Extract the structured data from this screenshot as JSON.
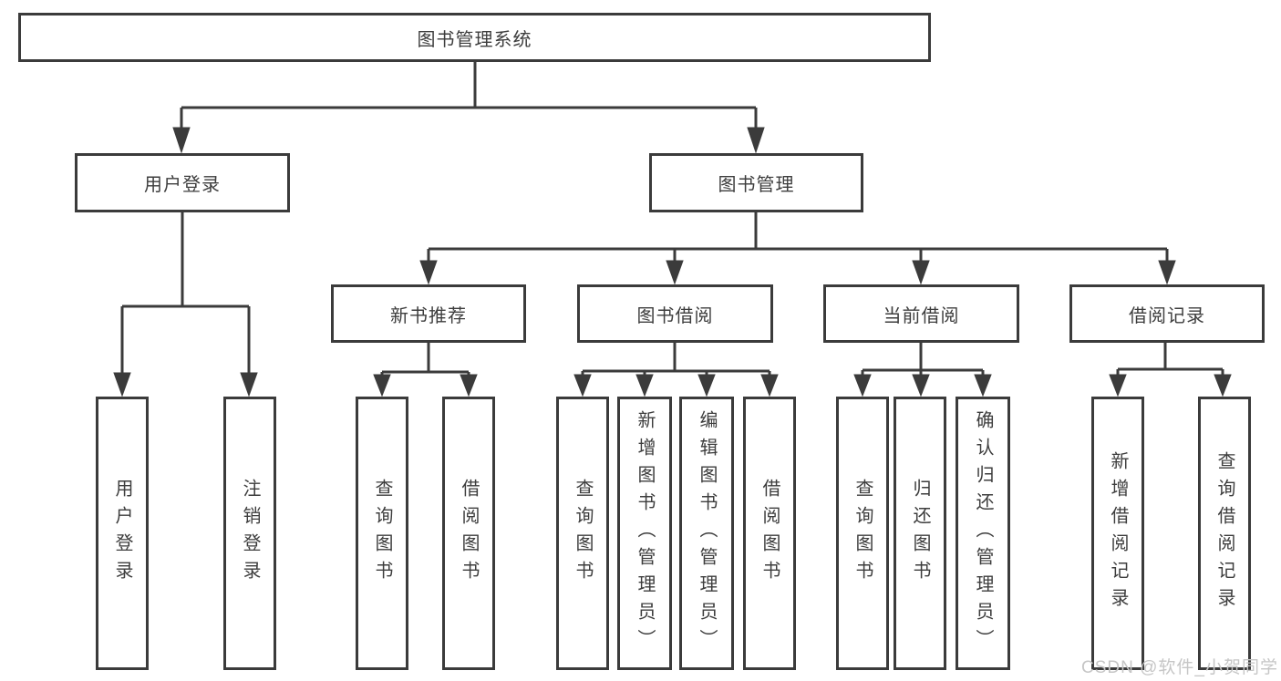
{
  "colors": {
    "line": "#3b3b3b",
    "text": "#3d3d3d",
    "background": "#ffffff",
    "watermark": "#c6c6c6"
  },
  "watermark": {
    "text": "CSDN @软件_小贺同学"
  },
  "diagram": {
    "root": {
      "label": "图书管理系统"
    },
    "branches": [
      {
        "label": "用户登录",
        "children": [
          {
            "label": "用户登录"
          },
          {
            "label": "注销登录"
          }
        ]
      },
      {
        "label": "图书管理",
        "children": [
          {
            "label": "新书推荐",
            "children": [
              {
                "label": "查询图书"
              },
              {
                "label": "借阅图书"
              }
            ]
          },
          {
            "label": "图书借阅",
            "children": [
              {
                "label": "查询图书"
              },
              {
                "label": "新增图书（管理员）"
              },
              {
                "label": "编辑图书（管理员）"
              },
              {
                "label": "借阅图书"
              }
            ]
          },
          {
            "label": "当前借阅",
            "children": [
              {
                "label": "查询图书"
              },
              {
                "label": "归还图书"
              },
              {
                "label": "确认归还（管理员）"
              }
            ]
          },
          {
            "label": "借阅记录",
            "children": [
              {
                "label": "新增借阅记录"
              },
              {
                "label": "查询借阅记录"
              }
            ]
          }
        ]
      }
    ]
  }
}
